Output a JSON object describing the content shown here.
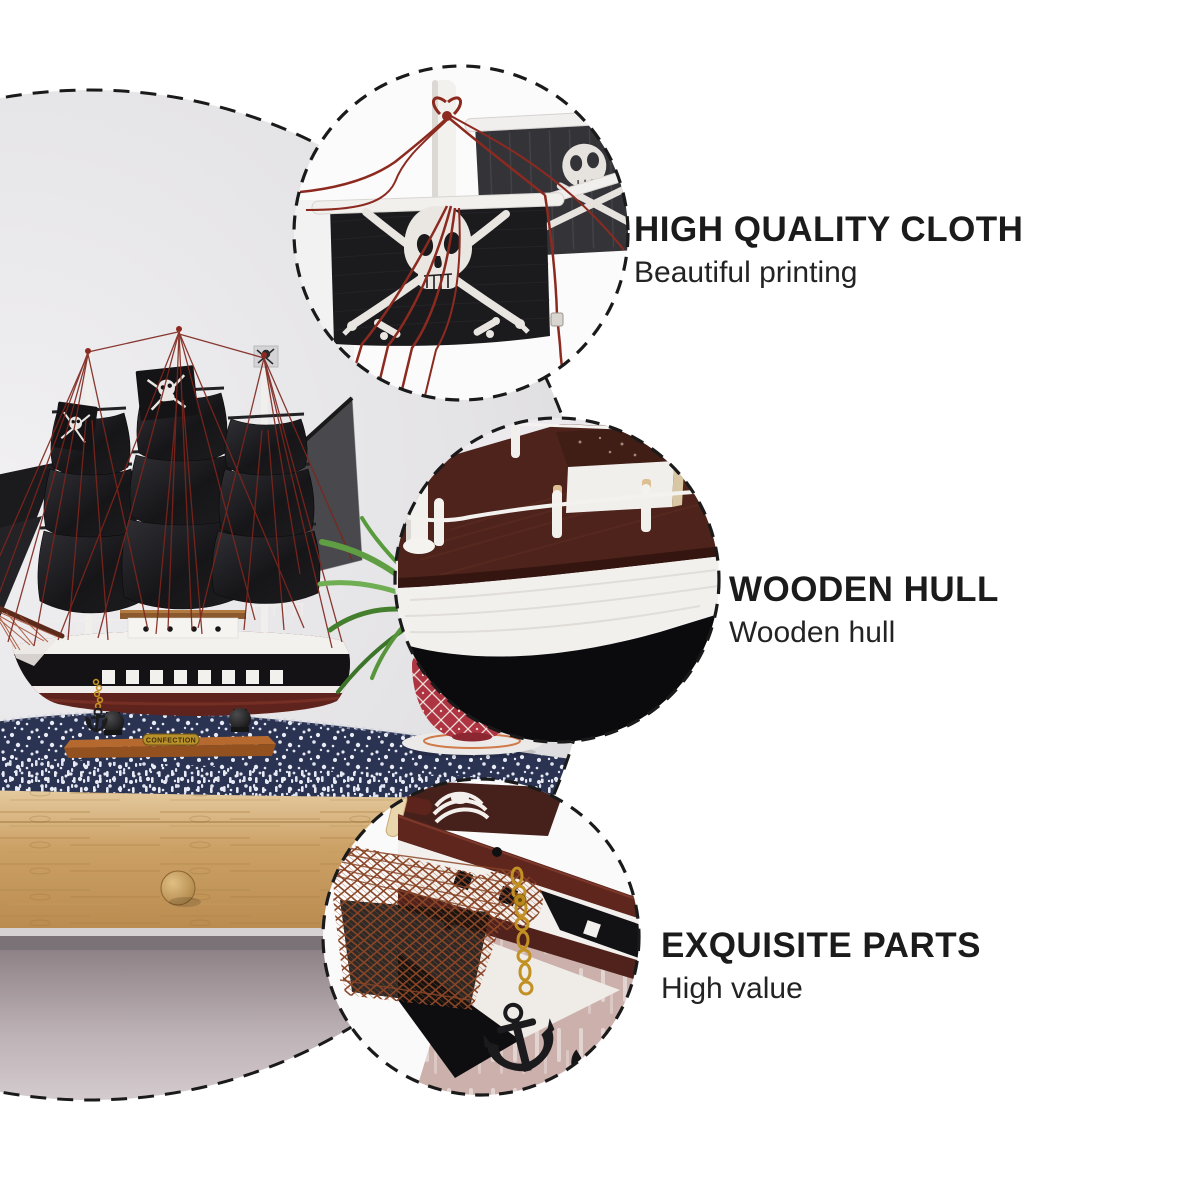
{
  "callouts": [
    {
      "title": "HIGH QUALITY CLOTH",
      "subtitle": "Beautiful printing",
      "target": "sail-cloth-closeup"
    },
    {
      "title": "WOODEN HULL",
      "subtitle": "Wooden hull",
      "target": "hull-closeup"
    },
    {
      "title": "EXQUISITE PARTS",
      "subtitle": "High value",
      "target": "bow-parts-closeup"
    }
  ],
  "photo": {
    "nameplate": "CONFECTION"
  },
  "palette": {
    "background": "#ffffff",
    "wall_gray": "#e3e2e4",
    "text": "#1b1b1b",
    "dashed_border": "#1a1a1a",
    "tablecloth_navy": "#2b3352",
    "table_wood": "#c89b5f",
    "hull_maroon": "#5f231d",
    "sail_black": "#1a191b",
    "rigging_red": "#7e251c",
    "net_brown": "#8a4526",
    "chain_gold": "#c79423",
    "cup_red": "#ad3440",
    "plant_green": "#579b3d"
  }
}
